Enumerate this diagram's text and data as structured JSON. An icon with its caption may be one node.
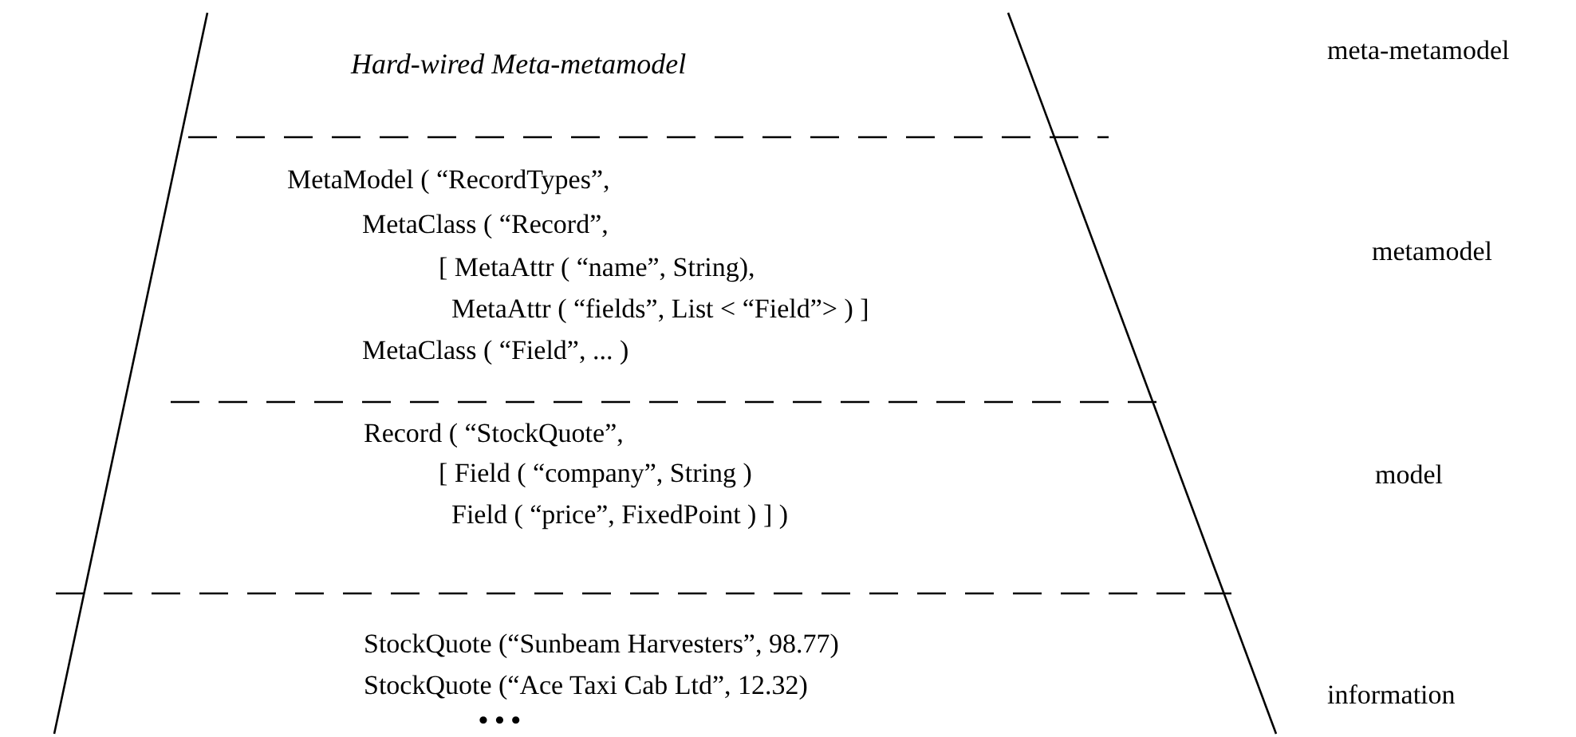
{
  "diagram": {
    "nodes": [
      {
        "text": [
          "Hard-wired Meta-metamodel"
        ]
      },
      {
        "text": [
          "MetaModel ( “RecordTypes”,",
          "MetaClass ( “Record”,",
          "[ MetaAttr ( “name”, String),",
          "MetaAttr ( “fields”, List < “Field”> ) ]",
          "MetaClass ( “Field”, ... )"
        ]
      },
      {
        "text": [
          "Record ( “StockQuote”,",
          "[ Field ( “company”, String )",
          "Field ( “price”, FixedPoint ) ] )"
        ]
      },
      {
        "text": [
          "StockQuote (“Sunbeam Harvesters”, 98.77)",
          "StockQuote (“Ace Taxi Cab Ltd”, 12.32)",
          "• • •"
        ]
      }
    ],
    "labels": [
      "meta-metamodel",
      "metamodel",
      "model",
      "information"
    ]
  }
}
